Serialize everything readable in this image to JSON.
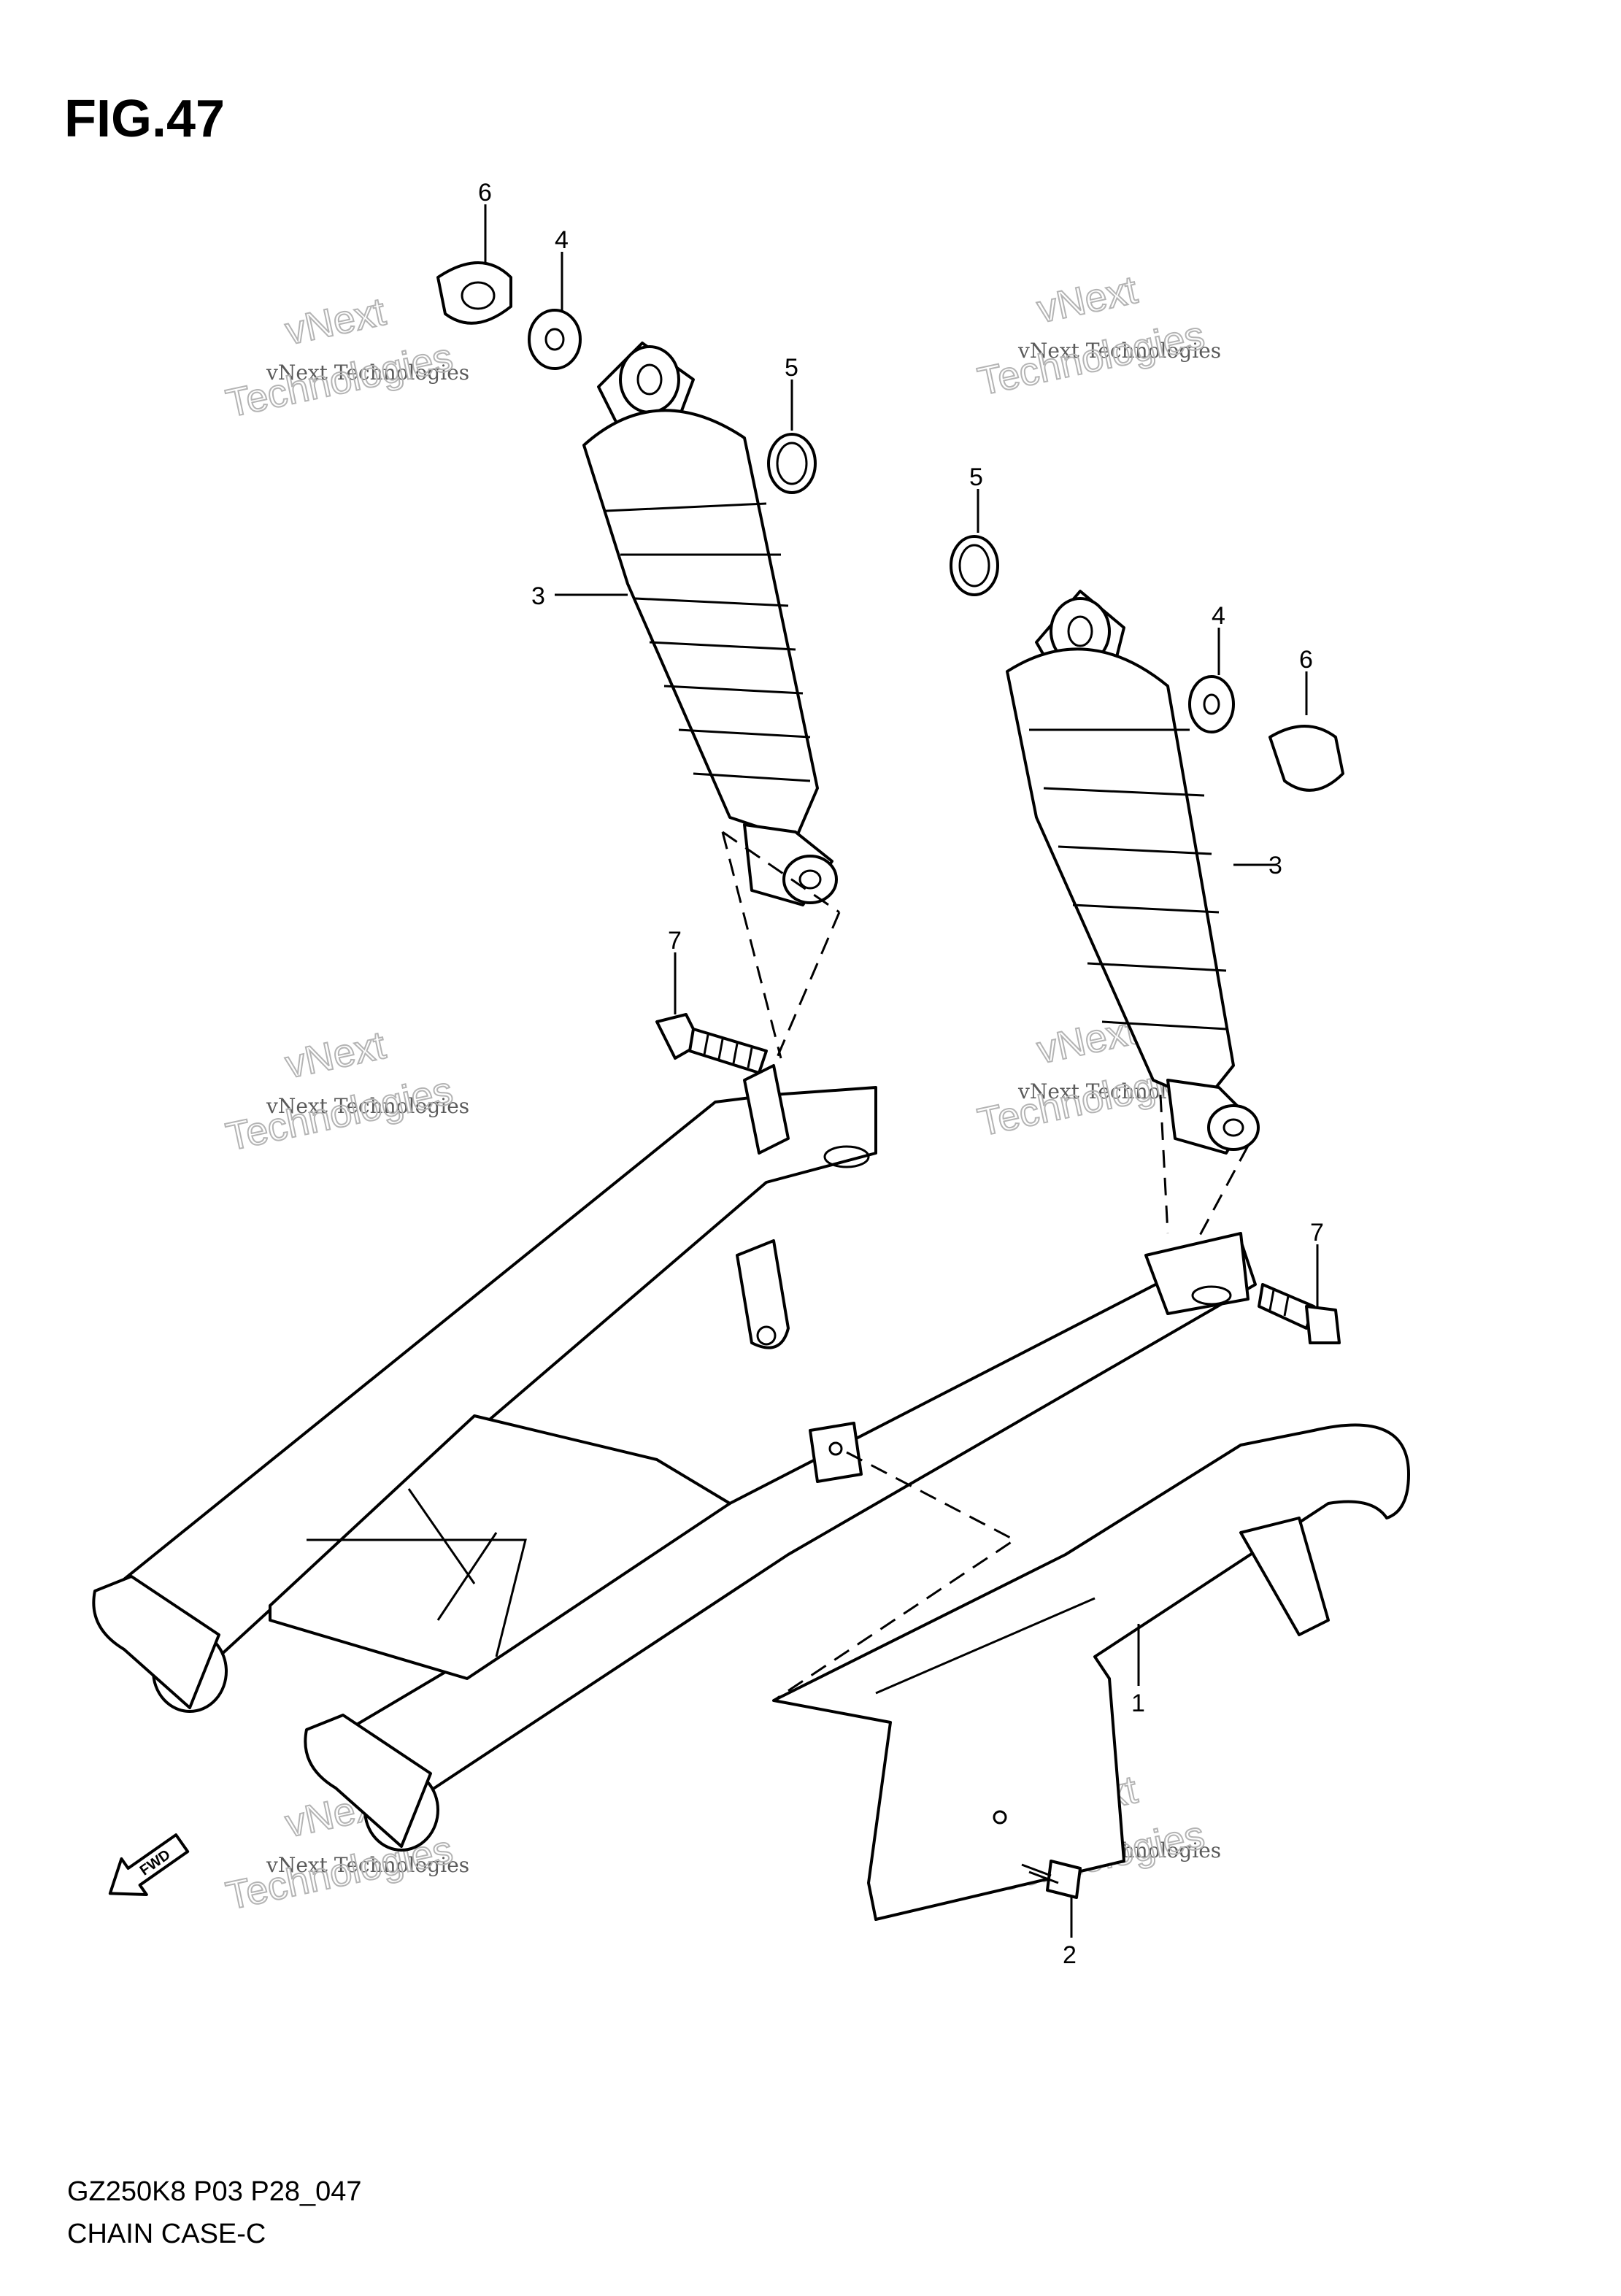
{
  "figure": {
    "title": "FIG.47",
    "code": "GZ250K8 P03 P28_047",
    "name": "CHAIN CASE-C"
  },
  "callouts": [
    {
      "id": "c6a",
      "label": "6"
    },
    {
      "id": "c4a",
      "label": "4"
    },
    {
      "id": "c5a",
      "label": "5"
    },
    {
      "id": "c3a",
      "label": "3"
    },
    {
      "id": "c7a",
      "label": "7"
    },
    {
      "id": "c5b",
      "label": "5"
    },
    {
      "id": "c4b",
      "label": "4"
    },
    {
      "id": "c6b",
      "label": "6"
    },
    {
      "id": "c3b",
      "label": "3"
    },
    {
      "id": "c7b",
      "label": "7"
    },
    {
      "id": "c1",
      "label": "1"
    },
    {
      "id": "c2",
      "label": "2"
    }
  ],
  "watermark": {
    "line1": "vNext Technologies",
    "line2": "vNext",
    "line3": "Technologies"
  },
  "fwd_label": "FWD"
}
